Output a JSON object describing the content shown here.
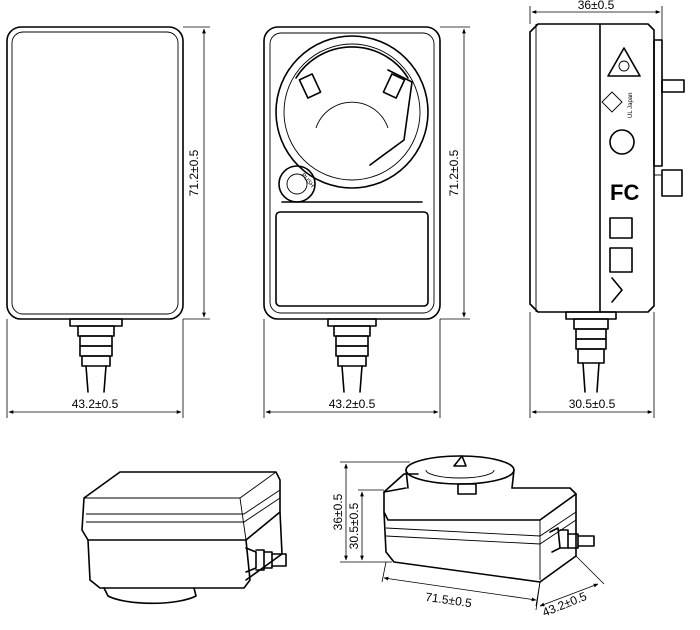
{
  "dimensions": {
    "front_width": "43.2±0.5",
    "front_height": "71.2±0.5",
    "back_width": "43.2±0.5",
    "back_height": "71.2±0.5",
    "side_top_depth": "36±0.5",
    "side_bottom_depth": "30.5±0.5",
    "iso_height_total": "36±0.5",
    "iso_height_body": "30.5±0.5",
    "iso_length": "71.5±0.5",
    "iso_width": "43.2±0.5"
  },
  "labels": {
    "push_button": "PUSH",
    "ul_japan": "UL Japan"
  },
  "colors": {
    "line": "#000000",
    "background": "#ffffff"
  }
}
